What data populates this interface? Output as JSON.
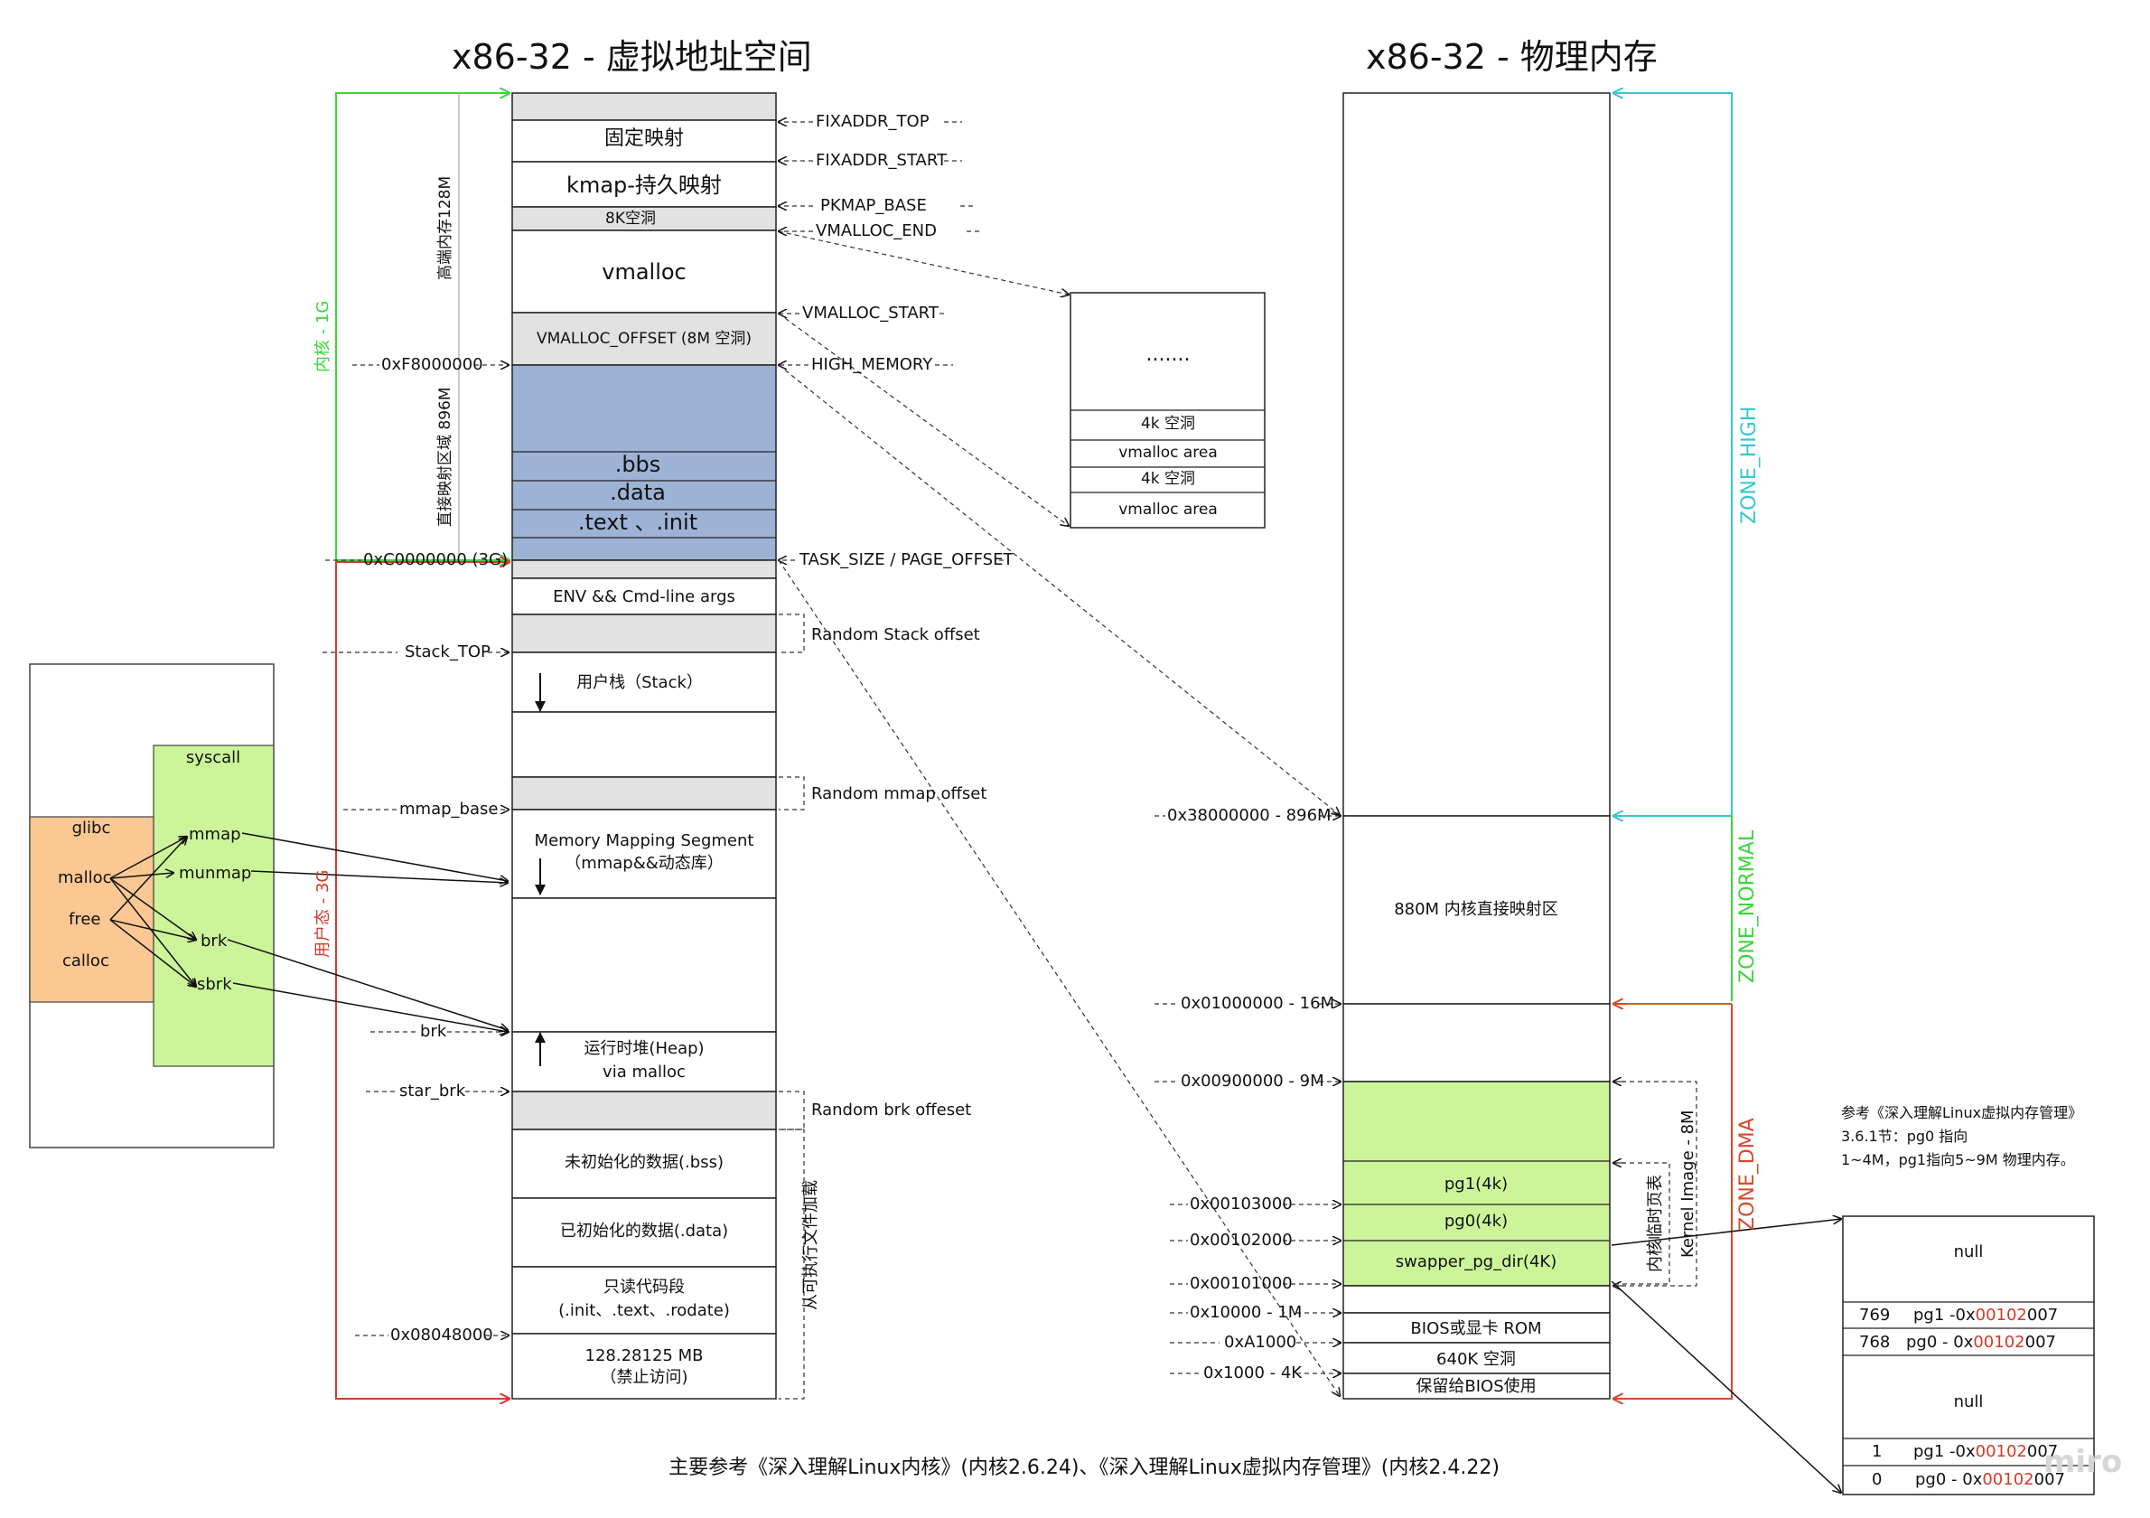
{
  "titles": {
    "virtual": "x86-32 - 虚拟地址空间",
    "physical": "x86-32 - 物理内存",
    "footer": "主要参考《深入理解Linux内核》(内核2.6.24)、《深入理解Linux虚拟内存管理》(内核2.4.22)",
    "watermark": "miro"
  },
  "virtual_segments": {
    "fixmap": "固定映射",
    "kmap": "kmap-持久映射",
    "hole8k": "8K空洞",
    "vmalloc": "vmalloc",
    "vmalloc_offset": "VMALLOC_OFFSET (8M 空洞)",
    "bbs": ".bbs",
    "data": ".data",
    "text": ".text 、.init",
    "env": "ENV && Cmd-line args",
    "stack": "用户栈（Stack）",
    "mmap_line1": "Memory Mapping Segment",
    "mmap_line2": "（mmap&&动态库）",
    "heap_line1": "运行时堆(Heap)",
    "heap_line2": "via malloc",
    "bss": "未初始化的数据(.bss)",
    "idata": "已初始化的数据(.data)",
    "rodata_line1": "只读代码段",
    "rodata_line2": "(.init、.text、.rodate)",
    "forbid_line1": "128.28125 MB",
    "forbid_line2": "（禁止访问)"
  },
  "virtual_right_labels": {
    "fixaddr_top": "FIXADDR_TOP",
    "fixaddr_start": "FIXADDR_START",
    "pkmap_base": "PKMAP_BASE",
    "vmalloc_end": "VMALLOC_END",
    "vmalloc_start": "VMALLOC_START",
    "high_memory": "HIGH_MEMORY",
    "task_size": "TASK_SIZE / PAGE_OFFSET",
    "random_stack": "Random Stack offset",
    "random_mmap": "Random mmap offset",
    "random_brk": "Random brk offeset",
    "load_from_exec": "从可执行文件加载"
  },
  "virtual_left_labels": {
    "f8": "0xF8000000",
    "c0": "0xC0000000   (3G)",
    "stack_top": "Stack_TOP",
    "mmap_base": "mmap_base",
    "brk": "brk",
    "star_brk": "star_brk",
    "addr_08": "0x08048000",
    "kernel_1g": "内核 - 1G",
    "user_3g": "用户态 - 3G",
    "high_mem_128": "高端内存128M",
    "direct_896": "直接映射区域 896M"
  },
  "vmalloc_detail": {
    "dots": ".......",
    "rows": [
      "4k 空洞",
      "vmalloc area",
      "4k 空洞",
      "vmalloc area"
    ]
  },
  "libs": {
    "glibc": "glibc",
    "glibc_funcs": [
      "malloc",
      "free",
      "calloc"
    ],
    "syscall": "syscall",
    "syscall_funcs": [
      "mmap",
      "munmap",
      "brk",
      "sbrk"
    ]
  },
  "physical_labels": {
    "a38": "0x38000000 - 896M",
    "a01": "0x01000000 - 16M",
    "a009": "0x00900000 - 9M",
    "a103": "0x00103000",
    "a102": "0x00102000",
    "a101": "0x00101000",
    "a10000": "0x10000 - 1M",
    "aA1000": "0xA1000",
    "a1000": "0x1000 - 4K"
  },
  "physical_segments": {
    "direct880": "880M 内核直接映射区",
    "pg1": "pg1(4k)",
    "pg0": "pg0(4k)",
    "swapper": "swapper_pg_dir(4K)",
    "bios": "BIOS或显卡 ROM",
    "hole640": "640K 空洞",
    "bios_reserved": "保留给BIOS使用"
  },
  "zones": {
    "high": "ZONE_HIGH",
    "normal": "ZONE_NORMAL",
    "dma": "ZONE_DMA",
    "kernel_image": "Kernel Image - 8M",
    "temp_pagetable": "内核临时页表"
  },
  "note": {
    "line1": "参考《深入理解Linux虚拟内存管理》",
    "line2": "3.6.1节：pg0 指向",
    "line3": "1~4M，pg1指向5~9M 物理内存。"
  },
  "page_dir_table": {
    "null_top": "null",
    "null_mid": "null",
    "rows": [
      {
        "idx": "769",
        "pre": "pg1 -0x",
        "hi": "00102",
        "post": "007"
      },
      {
        "idx": "768",
        "pre": "pg0 - 0x",
        "hi": "00102",
        "post": "007"
      },
      {
        "idx": "1",
        "pre": "pg1 -0x",
        "hi": "00102",
        "post": "007"
      },
      {
        "idx": "0",
        "pre": "pg0 - 0x",
        "hi": "00102",
        "post": "007"
      }
    ]
  },
  "colors": {
    "kernel_blue": "#9db3d6",
    "gray": "#e2e2e2",
    "orange": "#fbc792",
    "green": "#ccf59a",
    "kernel_line": "#3bd63b",
    "user_line": "#d23a2a",
    "zone_high": "#33c8d0",
    "zone_normal": "#3bd63b",
    "zone_dma": "#d9472b"
  }
}
